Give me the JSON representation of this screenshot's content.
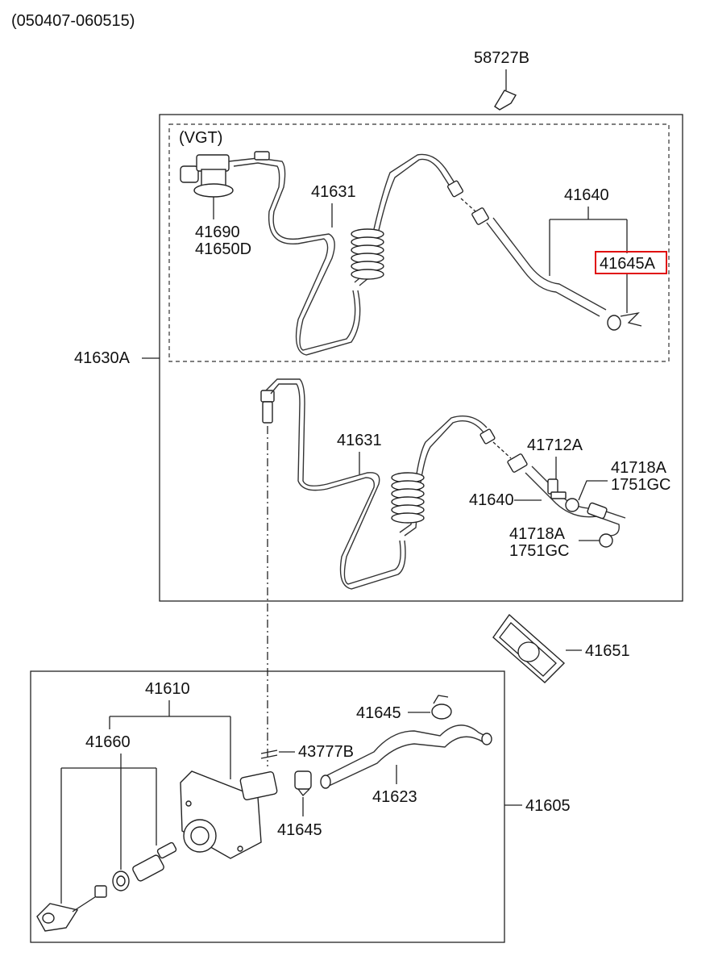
{
  "header": {
    "date_range": "(050407-060515)"
  },
  "callouts": {
    "bracket_top": "58727B",
    "vgt_note": "(VGT)",
    "vgt_hose": "41631",
    "vgt_pipe": "41640",
    "vgt_clip_highlighted": "41645A",
    "vgt_master_cyl": "41690",
    "vgt_master_cyl_b": "41650D",
    "tube_assy": "41630A",
    "hose": "41631",
    "pipe": "41640",
    "union_bolt": "41712A",
    "gasket_a_upper": "41718A",
    "gasket_b_upper": "1751GC",
    "gasket_a_lower": "41718A",
    "gasket_b_lower": "1751GC",
    "plate_gasket": "41651",
    "master_cylinder": "41610",
    "repair_kit": "41660",
    "clip_upper": "41645",
    "retainer": "43777B",
    "reservoir_hose": "41623",
    "clip_lower": "41645",
    "master_cyl_assy": "41605"
  },
  "highlight_color": "#e01010"
}
